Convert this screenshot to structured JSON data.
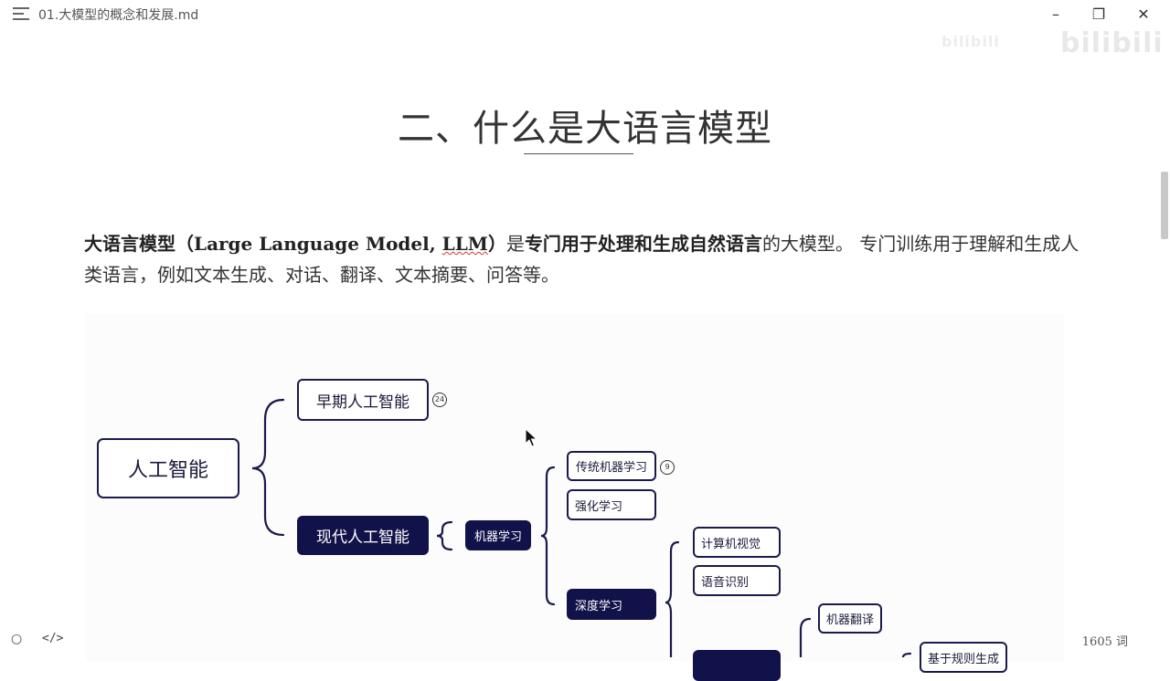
{
  "window": {
    "title": "01.大模型的概念和发展.md",
    "minimize": "–",
    "restore": "❐",
    "close": "✕"
  },
  "watermark": {
    "left": "bilibili",
    "right": "bilibili"
  },
  "heading": "二、什么是大语言模型",
  "paragraph": {
    "term": "大语言模型",
    "open_paren": "（",
    "english": "Large Language Model, ",
    "abbr": "LLM",
    "close_paren": "）",
    "is": "是",
    "definition_bold": "专门用于处理和生成自然语言",
    "def_tail": "的大模型。 专门训练用于理解和生成人类语言，例如文本生成、对话、翻译、文本摘要、问答等。"
  },
  "diagram": {
    "root": "人工智能",
    "early": "早期人工智能",
    "early_badge": "24",
    "modern": "现代人工智能",
    "ml": "机器学习",
    "traditional_ml": "传统机器学习",
    "traditional_ml_badge": "9",
    "rl": "强化学习",
    "dl": "深度学习",
    "cv": "计算机视觉",
    "speech": "语音识别",
    "mt": "机器翻译",
    "rule_based": "基于规则生成"
  },
  "statusbar": {
    "circle": "○",
    "code": "</>",
    "word_count": "1605 词"
  },
  "colors": {
    "node_dark": "#12124a",
    "node_border": "#1a1a4e"
  }
}
